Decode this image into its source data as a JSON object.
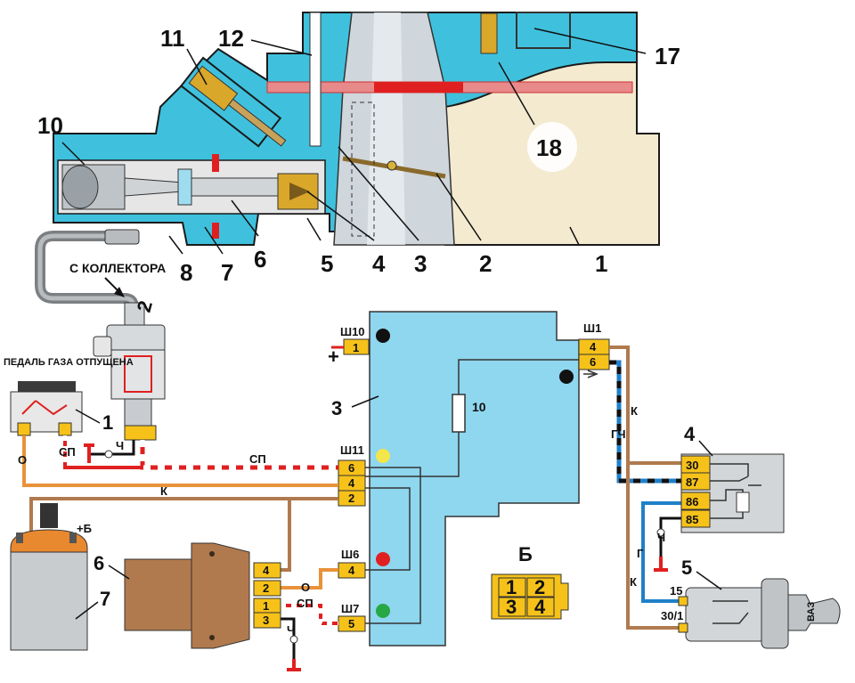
{
  "carb_callouts": {
    "n1": "1",
    "n2": "2",
    "n3": "3",
    "n4": "4",
    "n5": "5",
    "n6": "6",
    "n7": "7",
    "n8": "8",
    "n10": "10",
    "n11": "11",
    "n12": "12",
    "n17": "17",
    "n18": "18"
  },
  "circuit": {
    "from_manifold": "С КОЛЛЕКТОРА",
    "pedal_released": "ПЕДАЛЬ ГАЗА ОТПУЩЕНА",
    "valve_num": "2",
    "switch_num": "1",
    "ecu_num": "3",
    "fuse_num": "10",
    "relay_num": "4",
    "ignition_switch_num": "5",
    "coil_num": "7",
    "igniter_num": "6",
    "connector_view_label": "Б",
    "plus_sign": "+",
    "plus_b": "+Б",
    "connectors": {
      "sh10": "Ш10",
      "sh1": "Ш1",
      "sh11": "Ш11",
      "sh6": "Ш6",
      "sh7": "Ш7"
    },
    "pins": {
      "sh10_1": "1",
      "sh1_4": "4",
      "sh1_6": "6",
      "sh11_6": "6",
      "sh11_4": "4",
      "sh11_2": "2",
      "sh6_4": "4",
      "sh7_5": "5",
      "relay_30": "30",
      "relay_87": "87",
      "relay_86": "86",
      "relay_85": "85",
      "ign_15": "15",
      "ign_301": "30/1",
      "igniter_4": "4",
      "igniter_2": "2",
      "igniter_1": "1",
      "igniter_3": "3",
      "b_1": "1",
      "b_2": "2",
      "b_3": "3",
      "b_4": "4"
    },
    "wire_labels": {
      "o_left": "О",
      "sp_left": "СП",
      "ch_left": "Ч",
      "sp_mid": "СП",
      "k_top": "К",
      "k_relay": "К",
      "gch": "ГЧ",
      "ch_relay": "Ч",
      "g_relay": "Г",
      "k_ign": "К",
      "o_igniter": "О",
      "sp_igniter": "СП",
      "ch_igniter": "Ч"
    },
    "key_text": "ВАЗ"
  },
  "colors": {
    "body_blue": "#3fc1de",
    "ecu_blue": "#8fd6ef",
    "cream": "#f4ead0",
    "pin_yellow": "#f6c21a",
    "brown": "#b07a4e",
    "red": "#e02020"
  }
}
